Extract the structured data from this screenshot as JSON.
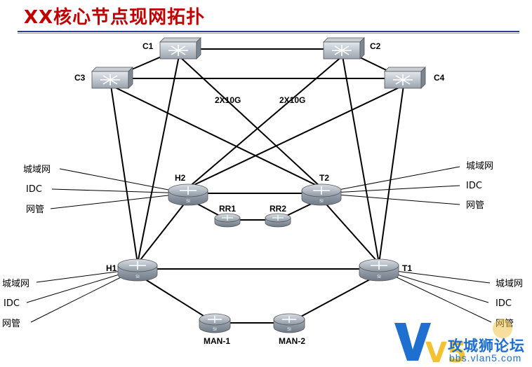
{
  "title": "XX核心节点现网拓扑",
  "nodes": {
    "c1": "C1",
    "c2": "C2",
    "c3": "C3",
    "c4": "C4",
    "h2": "H2",
    "t2": "T2",
    "rr1": "RR1",
    "rr2": "RR2",
    "h1": "H1",
    "t1": "T1",
    "man1": "MAN-1",
    "man2": "MAN-2"
  },
  "link_labels": {
    "left": "2X10G",
    "right": "2X10G"
  },
  "router_badge": "SI",
  "side_labels": {
    "h2": [
      "城域网",
      "IDC",
      "网管"
    ],
    "t2": [
      "城域网",
      "IDC",
      "网管"
    ],
    "h1": [
      "城域网",
      "IDC",
      "网管"
    ],
    "t1": [
      "城域网",
      "IDC",
      "网管"
    ]
  },
  "logo": {
    "text": "攻城狮论坛",
    "url": "bbs.vlan5.com",
    "mark": "V5"
  }
}
